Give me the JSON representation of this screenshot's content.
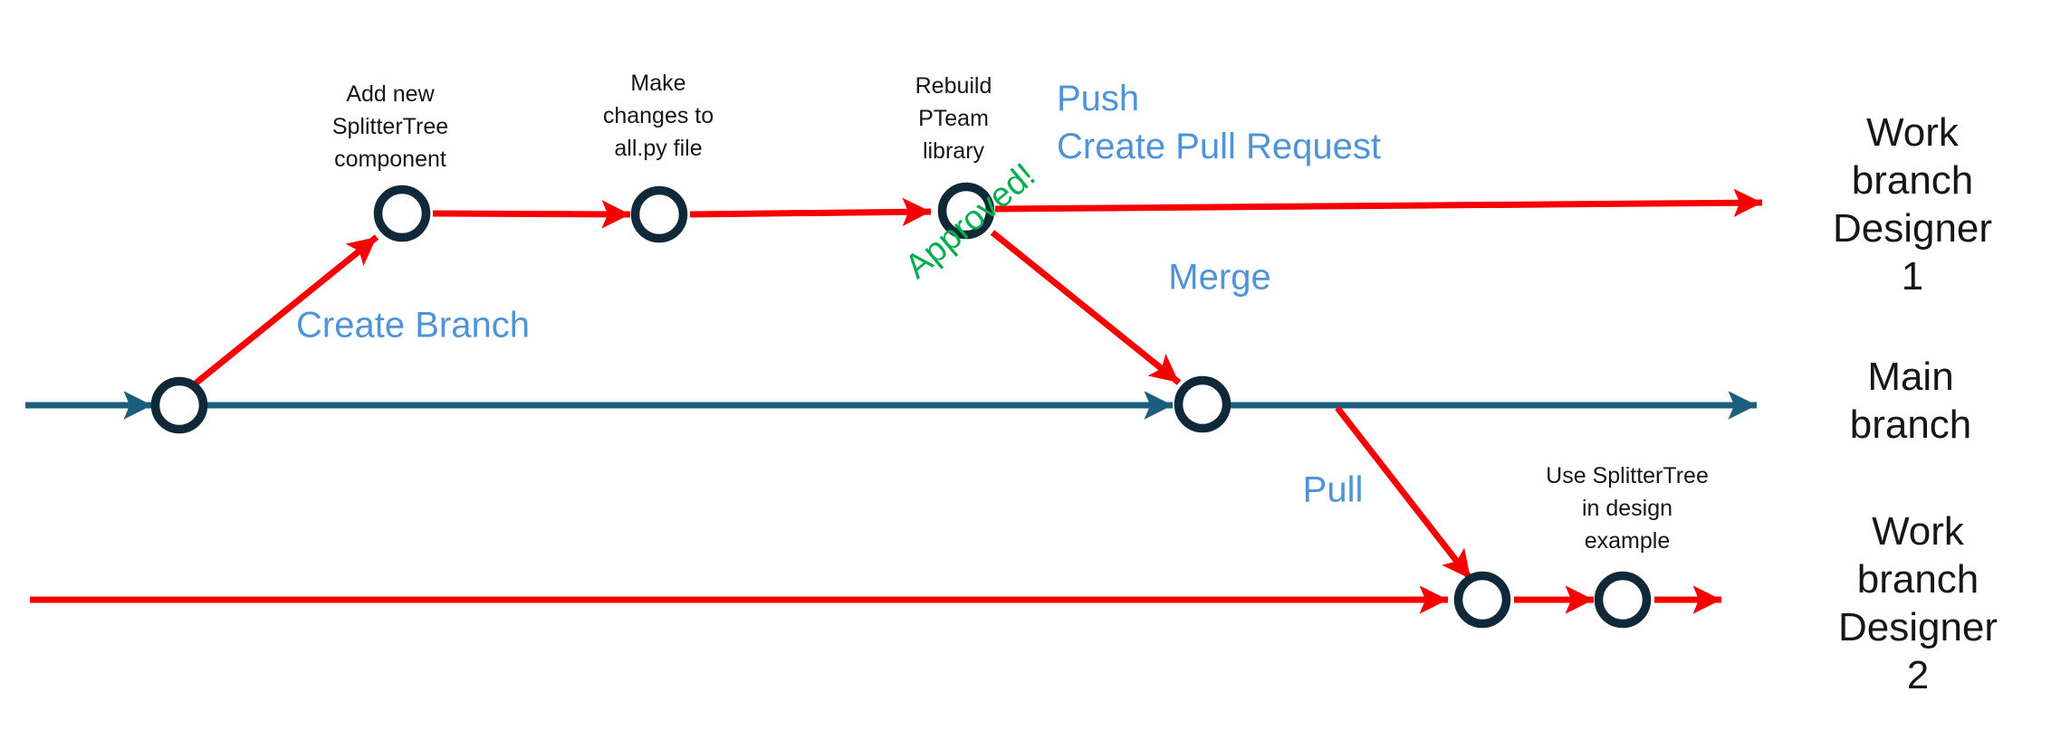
{
  "colors": {
    "background": "#ffffff",
    "ink": "#161616",
    "red": "#f70000",
    "teal": "#1c5e7e",
    "node": "#0f2939",
    "blue": "#4f93d8",
    "green": "#00ad4f"
  },
  "commits": {
    "add_new": "Add new\nSplitterTree\ncomponent",
    "make_changes": "Make\nchanges to\nall.py file",
    "rebuild": "Rebuild\nPTeam\nlibrary",
    "use_splittertree": "Use SplitterTree\nin design\nexample"
  },
  "actions": {
    "create_branch": "Create Branch",
    "push_create_pr": "Push\nCreate Pull Request",
    "merge": "Merge",
    "pull": "Pull",
    "approved": "Approved!"
  },
  "branches": {
    "work_branch_1": "Work branch\nDesigner 1",
    "main": "Main branch",
    "work_branch_2": "Work branch\nDesigner 2"
  }
}
